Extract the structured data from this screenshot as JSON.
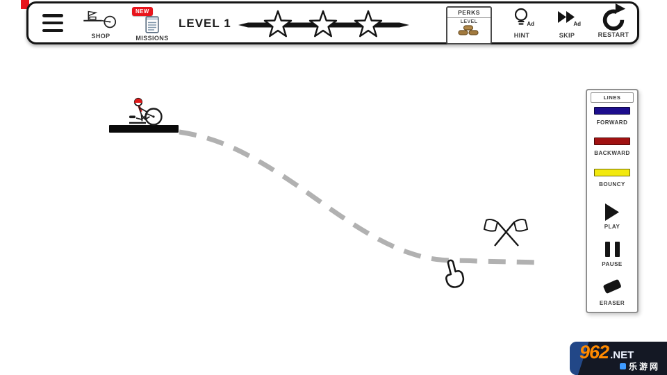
{
  "topbar": {
    "menu_icon": "hamburger-icon",
    "shop": {
      "label": "SHOP",
      "icon": "shop-bike-icon"
    },
    "missions": {
      "label": "MISSIONS",
      "badge": "NEW",
      "badge_color": "#e8141c",
      "icon": "missions-note-icon"
    },
    "level_title": "LEVEL 1",
    "progress": {
      "stars_total": 3,
      "icon": "star-icon"
    },
    "perks": {
      "title": "PERKS",
      "subtitle": "LEVEL",
      "icon": "logs-icon"
    },
    "hint": {
      "label": "HINT",
      "ad": "Ad",
      "icon": "lightbulb-icon"
    },
    "skip": {
      "label": "SKIP",
      "ad": "Ad",
      "icon": "fast-forward-icon"
    },
    "restart": {
      "label": "RESTART",
      "icon": "restart-icon"
    }
  },
  "sidebar": {
    "title": "LINES",
    "tools": [
      {
        "label": "FORWARD",
        "color": "#1d0e8d"
      },
      {
        "label": "BACKWARD",
        "color": "#a11212"
      },
      {
        "label": "BOUNCY",
        "color": "#f2e90e"
      }
    ],
    "actions": [
      {
        "label": "PLAY",
        "icon": "play-icon"
      },
      {
        "label": "PAUSE",
        "icon": "pause-icon"
      },
      {
        "label": "ERASER",
        "icon": "eraser-icon"
      }
    ]
  },
  "playfield": {
    "drawn_line_color": "#b1b1b1",
    "platform_color": "#0a0a0a",
    "rider_icon": "stickman-bike-icon",
    "goal_icon": "crossed-flags-icon",
    "cursor_icon": "hand-cursor-icon"
  },
  "watermark": {
    "number": "962",
    "tld": ".NET",
    "cn_name": "乐游网",
    "accent_orange": "#ff8a00",
    "accent_blue": "#3f9bff"
  }
}
